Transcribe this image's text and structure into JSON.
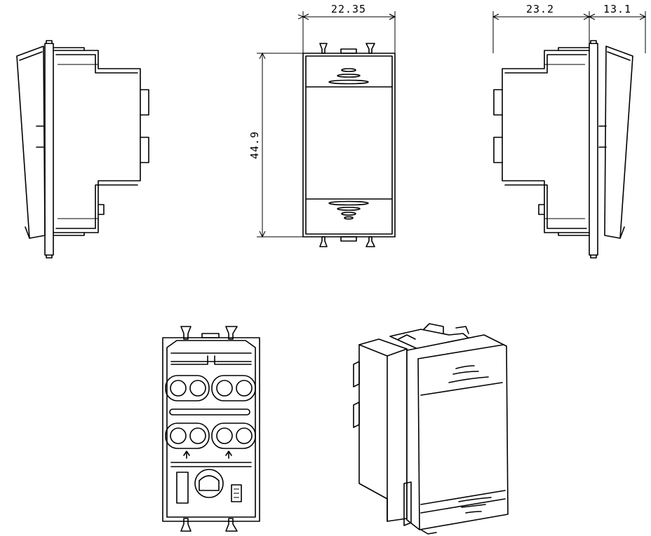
{
  "dimensions": {
    "width_front": "22.35",
    "depth_body": "23.2",
    "depth_cover": "13.1",
    "height": "44.9"
  },
  "views": [
    "side-view-left",
    "front-view",
    "side-view-right",
    "rear-view",
    "isometric-view"
  ],
  "colors": {
    "line": "#000000",
    "background": "#ffffff"
  }
}
